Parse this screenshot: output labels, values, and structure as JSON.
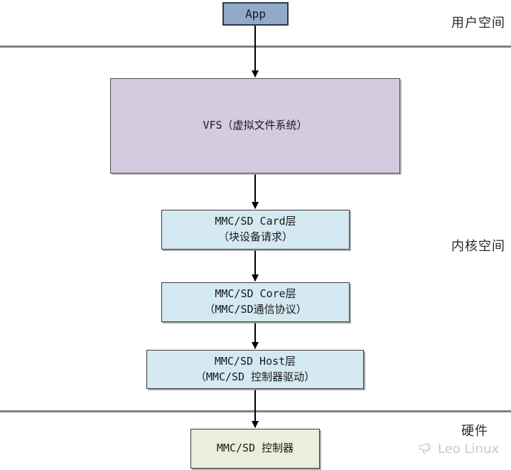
{
  "regions": {
    "user_space": "用户空间",
    "kernel_space": "内核空间",
    "hardware": "硬件"
  },
  "nodes": {
    "app": {
      "label": "App"
    },
    "vfs": {
      "label": "VFS（虚拟文件系统）"
    },
    "card": {
      "line1": "MMC/SD Card层",
      "line2": "（块设备请求）"
    },
    "core": {
      "line1": "MMC/SD Core层",
      "line2": "（MMC/SD通信协议）"
    },
    "host": {
      "line1": "MMC/SD Host层",
      "line2": "（MMC/SD 控制器驱动）"
    },
    "controller": {
      "label": "MMC/SD 控制器"
    }
  },
  "watermark": {
    "text": "Leo Linux",
    "icon": "megaphone-icon"
  },
  "colors": {
    "app_fill": "#92aac9",
    "vfs_fill": "#d3cce1",
    "kernel_layer_fill": "#d4e9f1",
    "hardware_fill": "#eaeeda",
    "divider": "#808080",
    "arrow": "#000000",
    "watermark_text": "#c9c9c9"
  }
}
